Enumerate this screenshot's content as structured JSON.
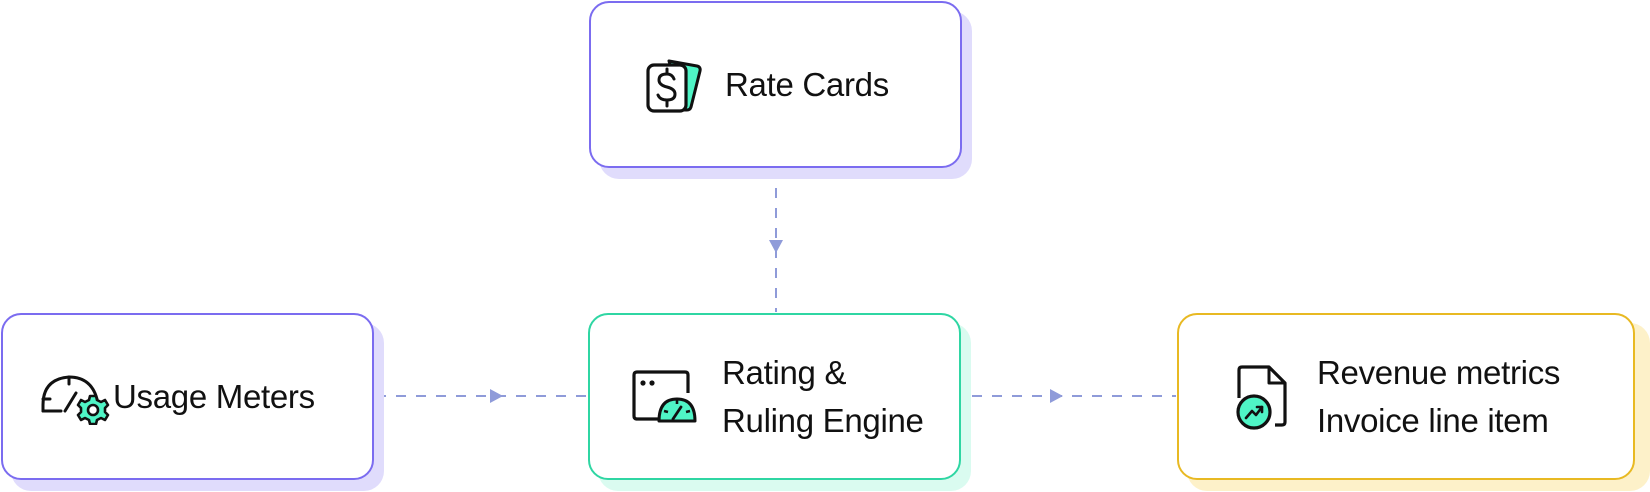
{
  "diagram": {
    "nodes": {
      "rate_cards": {
        "label": "Rate Cards",
        "icon": "rate-cards-dollar-icon",
        "color": "purple"
      },
      "usage_meters": {
        "label": "Usage Meters",
        "icon": "usage-meter-gear-icon",
        "color": "purple"
      },
      "engine": {
        "line1": "Rating &",
        "line2": "Ruling Engine",
        "icon": "rating-engine-window-gauge-icon",
        "color": "green"
      },
      "output": {
        "line1": "Revenue metrics",
        "line2": "Invoice line item",
        "icon": "revenue-document-chart-icon",
        "color": "yellow"
      }
    },
    "edges": [
      {
        "from": "rate_cards",
        "to": "engine",
        "style": "dashed"
      },
      {
        "from": "usage_meters",
        "to": "engine",
        "style": "dashed"
      },
      {
        "from": "engine",
        "to": "output",
        "style": "dashed"
      }
    ],
    "colors": {
      "purple_border": "#7b6cf0",
      "purple_shadow": "#e0dcfc",
      "green_border": "#2fd6a3",
      "green_shadow": "#dafbf0",
      "yellow_border": "#e8b923",
      "yellow_shadow": "#fdf1c9",
      "connector": "#8f9bd9",
      "icon_accent": "#4ff5c6"
    }
  }
}
